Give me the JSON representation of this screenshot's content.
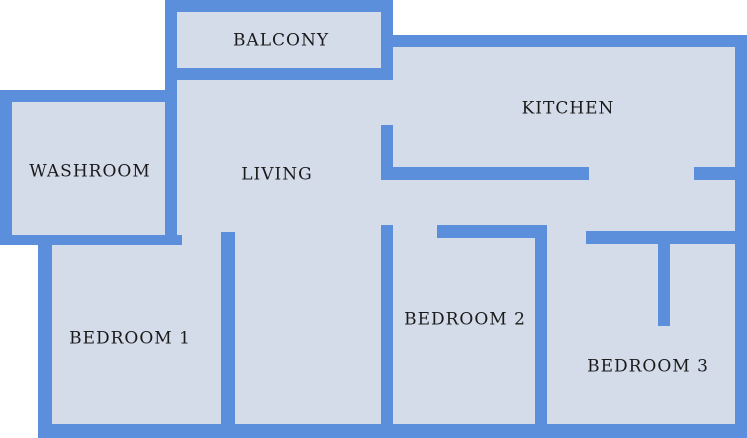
{
  "colors": {
    "wall": "#5b8edb",
    "floor": "#d4dcea",
    "text": "#1a1a1a"
  },
  "rooms": {
    "balcony": "BALCONY",
    "kitchen": "KITCHEN",
    "washroom": "WASHROOM",
    "living": "LIVING",
    "bedroom1": "BEDROOM 1",
    "bedroom2": "BEDROOM 2",
    "bedroom3": "BEDROOM 3"
  }
}
